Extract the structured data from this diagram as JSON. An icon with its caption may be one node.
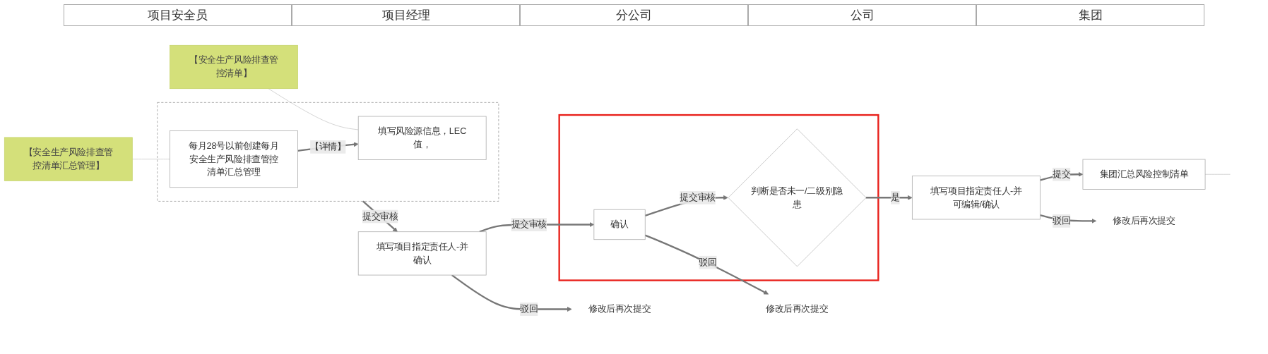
{
  "diagram": {
    "nodes": [
      {
        "text": [
          "【安全生产风险排查管控清单】"
        ]
      },
      {
        "text": [
          "【安全生产风险排查管控清单汇总管理】"
        ]
      },
      {
        "text": [],
        "shape": "box"
      },
      {
        "text": [
          "每月28号以前创建每月安全生产风险排查管控清单汇总管理"
        ],
        "in": 2
      },
      {
        "text": [
          "填写风险源信息，LEC值，"
        ],
        "in": 2
      },
      {
        "text": [
          "填写项目指定责任人-并确认"
        ]
      },
      {
        "text": [],
        "shape": "box"
      },
      {
        "text": [
          "确认"
        ],
        "in": 6
      },
      {
        "text": [
          "判断是否未一/二级别隐患"
        ],
        "in": 6
      },
      {
        "text": [
          "填写项目指定责任人-并可编辑/确认"
        ]
      },
      {
        "text": [
          "集团汇总风险控制清单"
        ]
      },
      {
        "text": [
          "修改后再次提交"
        ]
      },
      {
        "text": [
          "修改后再次提交"
        ]
      },
      {
        "text": [
          "修改后再次提交"
        ]
      }
    ],
    "edges": [
      {
        "from": 0,
        "to": 4,
        "arrow": "none",
        "color": "#c8c8c8"
      },
      {
        "from": 1,
        "to": 3,
        "arrow": "none",
        "color": "#c8c8c8"
      },
      {
        "from": 3,
        "to": 4,
        "arrow": "to",
        "label": "【详情】"
      },
      {
        "from": 2,
        "to": 5,
        "arrow": "to",
        "label": "提交审核"
      },
      {
        "from": 5,
        "to": 7,
        "arrow": "to",
        "label": "提交审核"
      },
      {
        "from": 7,
        "to": 8,
        "arrow": "to",
        "label": "提交审核"
      },
      {
        "from": 8,
        "to": 9,
        "arrow": "to",
        "label": "是"
      },
      {
        "from": 9,
        "to": 10,
        "arrow": "to",
        "label": "提交"
      },
      {
        "from": 5,
        "to": 11,
        "arrow": "to",
        "label": "驳回"
      },
      {
        "from": 7,
        "to": 12,
        "arrow": "to",
        "label": "驳回"
      },
      {
        "from": 9,
        "to": 13,
        "arrow": "to",
        "label": "驳回"
      },
      {
        "from": 10,
        "to": null,
        "arrow": "none",
        "color": "#c8c8c8"
      }
    ],
    "labels": [
      "项目安全员",
      "项目经理",
      "分公司",
      "公司",
      "集团"
    ]
  }
}
